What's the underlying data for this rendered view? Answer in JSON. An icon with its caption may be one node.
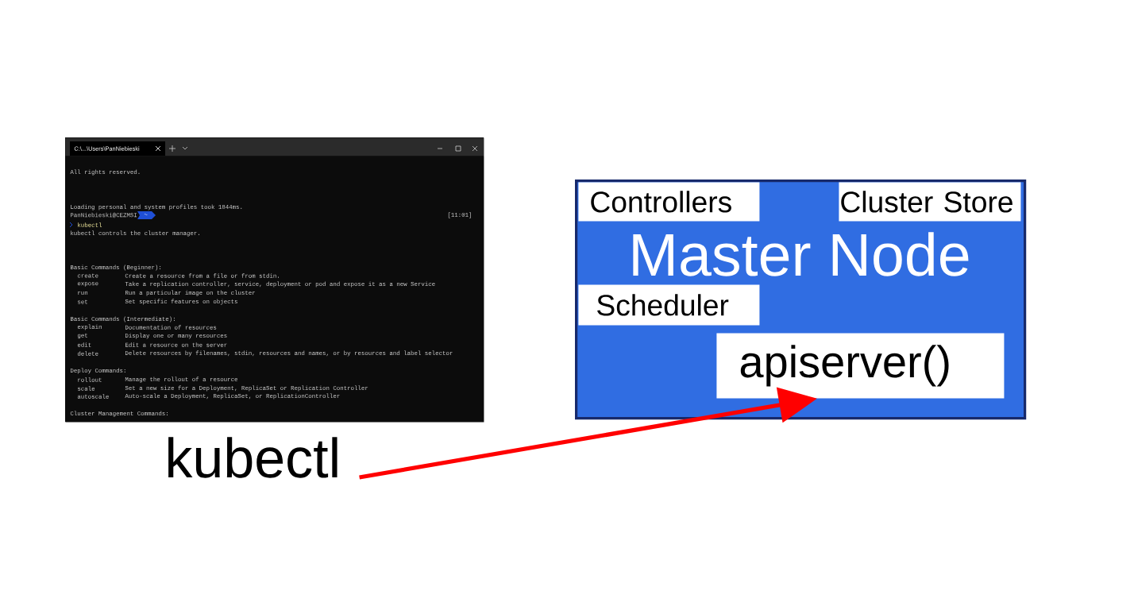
{
  "diagram": {
    "nodes": [
      {
        "text": [
          "C:\\...\\Users\\PanNiebieski",
          "All rights reserved.",
          "Loading personal and system profiles took 1844ms.",
          "PanNiebieski@CEZMSI",
          "~",
          "[11:01]",
          "kubectl",
          "kubectl controls the cluster manager.",
          "Basic Commands (Beginner):",
          "create",
          "Create a resource from a file or from stdin.",
          "expose",
          "Take a replication controller, service, deployment or pod and expose it as a new Service",
          "run",
          "Run a particular image on the cluster",
          "set",
          "Set specific features on objects",
          "Basic Commands (Intermediate):",
          "explain",
          "Documentation of resources",
          "get",
          "Display one or many resources",
          "edit",
          "Edit a resource on the server",
          "delete",
          "Delete resources by filenames, stdin, resources and names, or by resources and label selector",
          "Deploy Commands:",
          "rollout",
          "Manage the rollout of a resource",
          "scale",
          "Set a new size for a Deployment, ReplicaSet or Replication Controller",
          "autoscale",
          "Auto-scale a Deployment, ReplicaSet, or ReplicationController",
          "Cluster Management Commands:"
        ]
      },
      {
        "text": [
          "kubectl"
        ]
      },
      {
        "text": [
          "Master Node"
        ]
      },
      {
        "text": [
          "Controllers"
        ],
        "in": 2
      },
      {
        "text": [
          "Cluster Store"
        ],
        "in": 2
      },
      {
        "text": [
          "Scheduler"
        ],
        "in": 2
      },
      {
        "text": [
          "apiserver()"
        ],
        "in": 2
      }
    ],
    "edges": [
      {
        "from": 1,
        "to": 6,
        "arrow": "to"
      }
    ]
  }
}
